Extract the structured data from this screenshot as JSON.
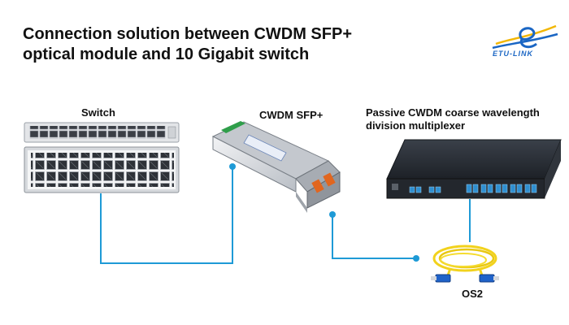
{
  "title_line1": "Connection solution between CWDM SFP+",
  "title_line2": "optical module and 10 Gigabit switch",
  "logo_text": "ETU-LINK",
  "labels": {
    "switch": "Switch",
    "sfp": "CWDM SFP+",
    "mux": "Passive CWDM coarse wavelength division multiplexer",
    "os2": "OS2"
  },
  "colors": {
    "link_line": "#1e9ad6",
    "logo_blue": "#1a66c4",
    "logo_yellow": "#f2b705"
  }
}
